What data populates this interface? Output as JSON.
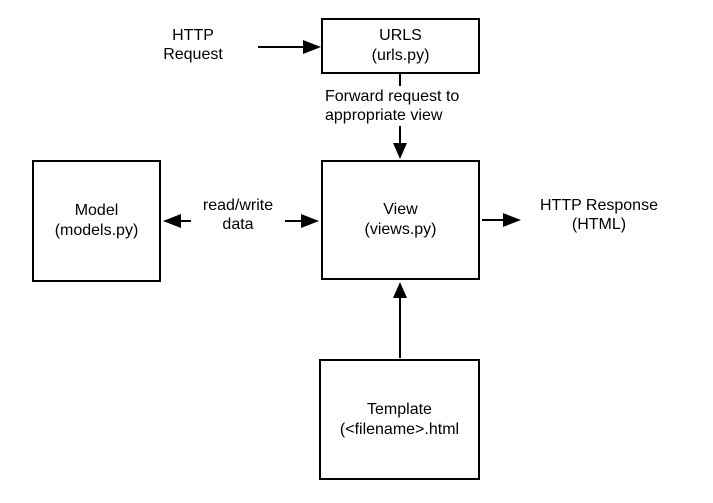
{
  "diagram": {
    "description": "Django request/response architecture flow diagram",
    "colors": {
      "background": "#ffffff",
      "line": "#000000",
      "text": "#000000",
      "node_fill": "#ffffff"
    },
    "nodes": {
      "urls": {
        "title": "URLS",
        "subtitle": "(urls.py)"
      },
      "model": {
        "title": "Model",
        "subtitle": "(models.py)"
      },
      "view": {
        "title": "View",
        "subtitle": "(views.py)"
      },
      "template": {
        "title": "Template",
        "subtitle": "(<filename>.html"
      }
    },
    "labels": {
      "http_request": {
        "line1": "HTTP",
        "line2": "Request"
      },
      "forward": {
        "line1": "Forward request to",
        "line2": "appropriate view"
      },
      "read_write": {
        "line1": "read/write",
        "line2": "data"
      },
      "http_response": {
        "line1": "HTTP Response",
        "line2": "(HTML)"
      }
    },
    "edges": [
      {
        "from": "http_request_label",
        "to": "urls_box",
        "direction": "right",
        "label": ""
      },
      {
        "from": "urls_box",
        "to": "view_box",
        "direction": "down",
        "label": "Forward request to appropriate view"
      },
      {
        "from": "view_box",
        "to": "model_box",
        "direction": "both",
        "label": "read/write data"
      },
      {
        "from": "view_box",
        "to": "http_response_label",
        "direction": "right",
        "label": ""
      },
      {
        "from": "template_box",
        "to": "view_box",
        "direction": "up",
        "label": ""
      }
    ]
  }
}
